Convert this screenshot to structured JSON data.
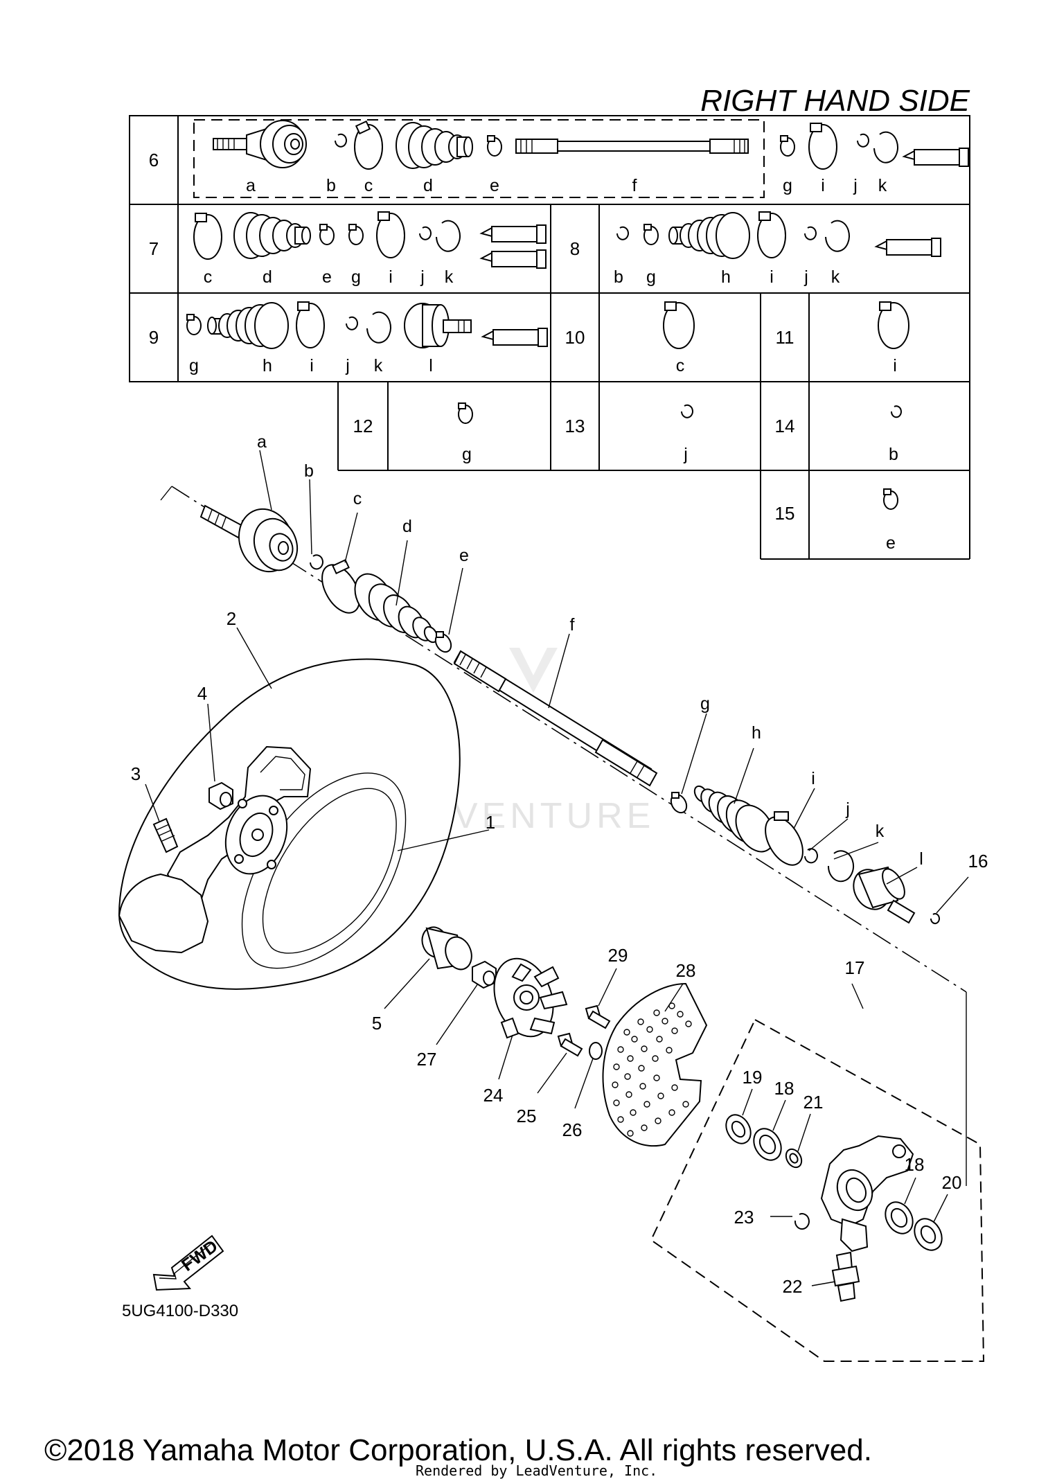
{
  "header": {
    "title": "RIGHT HAND SIDE"
  },
  "kit_table": {
    "rows": [
      {
        "no": "6",
        "items": [
          "a",
          "b",
          "c",
          "d",
          "e",
          "f",
          "g",
          "i",
          "j",
          "k"
        ]
      },
      {
        "no": "7",
        "items": [
          "c",
          "d",
          "e",
          "g",
          "i",
          "j",
          "k"
        ]
      },
      {
        "no": "8",
        "items": [
          "b",
          "g",
          "h",
          "i",
          "j",
          "k"
        ]
      },
      {
        "no": "9",
        "items": [
          "g",
          "h",
          "i",
          "j",
          "k",
          "l"
        ]
      },
      {
        "no": "10",
        "items": [
          "c"
        ]
      },
      {
        "no": "11",
        "items": [
          "i"
        ]
      },
      {
        "no": "12",
        "items": [
          "g"
        ]
      },
      {
        "no": "13",
        "items": [
          "j"
        ]
      },
      {
        "no": "14",
        "items": [
          "b"
        ]
      },
      {
        "no": "15",
        "items": [
          "e"
        ]
      }
    ]
  },
  "callouts": {
    "letters": [
      "a",
      "b",
      "c",
      "d",
      "e",
      "f",
      "g",
      "h",
      "i",
      "j",
      "k",
      "l"
    ],
    "numbers": [
      "1",
      "2",
      "3",
      "4",
      "5",
      "16",
      "17",
      "18",
      "18",
      "19",
      "20",
      "21",
      "22",
      "23",
      "24",
      "25",
      "26",
      "27",
      "28",
      "29"
    ]
  },
  "fwd_label": "FWD",
  "diagram_code": "5UG4100-D330",
  "watermark": "LEADVENTURE",
  "footer": {
    "copyright": "©2018 Yamaha Motor Corporation, U.S.A. All rights reserved.",
    "rendered_by": "Rendered by LeadVenture, Inc."
  }
}
